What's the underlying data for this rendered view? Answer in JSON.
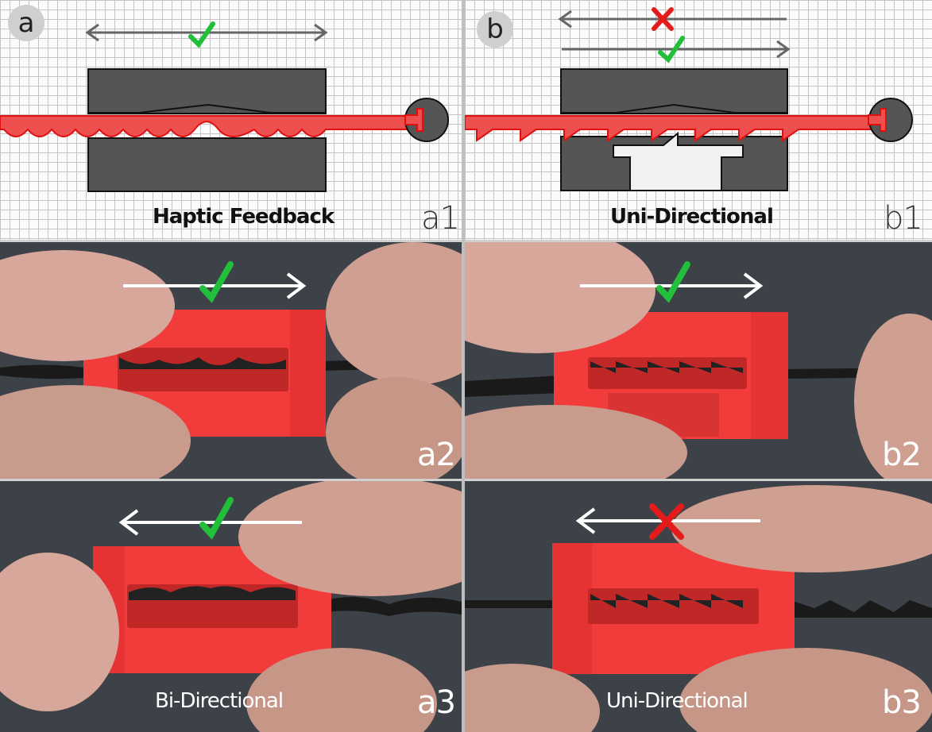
{
  "panels": {
    "a1": {
      "tag": "a1",
      "caption": "Haptic Feedback",
      "badge": "a"
    },
    "b1": {
      "tag": "b1",
      "caption": "Uni-Directional",
      "badge": "b"
    },
    "a2": {
      "tag": "a2"
    },
    "b2": {
      "tag": "b2"
    },
    "a3": {
      "tag": "a3",
      "caption": "Bi-Directional"
    },
    "b3": {
      "tag": "b3",
      "caption": "Uni-Directional"
    }
  },
  "colors": {
    "check": "#22c03a",
    "cross": "#e41b1b",
    "strip": "#ee4b4b",
    "part": "#f23b3b",
    "body": "#555555"
  },
  "icons": [
    "check-icon",
    "cross-icon",
    "arrow-right-icon",
    "arrow-left-icon",
    "double-arrow-icon"
  ]
}
